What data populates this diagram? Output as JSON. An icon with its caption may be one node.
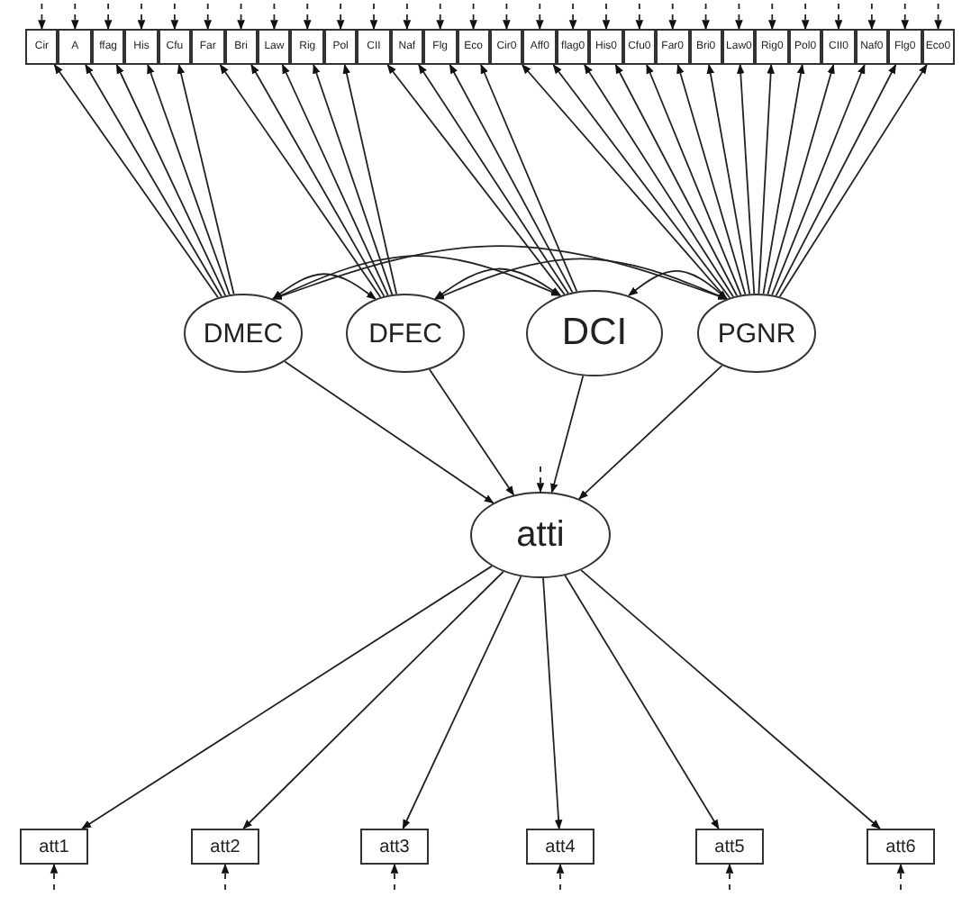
{
  "diagram": {
    "nodes": [
      {
        "text": [
          "Cir"
        ]
      },
      {
        "text": [
          "A"
        ]
      },
      {
        "text": [
          "ffag"
        ]
      },
      {
        "text": [
          "His"
        ]
      },
      {
        "text": [
          "Cfu"
        ]
      },
      {
        "text": [
          "Far"
        ]
      },
      {
        "text": [
          "Bri"
        ]
      },
      {
        "text": [
          "Law"
        ]
      },
      {
        "text": [
          "Rig"
        ]
      },
      {
        "text": [
          "Pol"
        ]
      },
      {
        "text": [
          "CII"
        ]
      },
      {
        "text": [
          "Naf"
        ]
      },
      {
        "text": [
          "Flg"
        ]
      },
      {
        "text": [
          "Eco"
        ]
      },
      {
        "text": [
          "Cir0"
        ]
      },
      {
        "text": [
          "Aff0"
        ]
      },
      {
        "text": [
          "flag0"
        ]
      },
      {
        "text": [
          "His0"
        ]
      },
      {
        "text": [
          "Cfu0"
        ]
      },
      {
        "text": [
          "Far0"
        ]
      },
      {
        "text": [
          "Bri0"
        ]
      },
      {
        "text": [
          "Law0"
        ]
      },
      {
        "text": [
          "Rig0"
        ]
      },
      {
        "text": [
          "Pol0"
        ]
      },
      {
        "text": [
          "CII0"
        ]
      },
      {
        "text": [
          "Naf0"
        ]
      },
      {
        "text": [
          "Flg0"
        ]
      },
      {
        "text": [
          "Eco0"
        ]
      },
      {
        "text": [
          "DMEC"
        ]
      },
      {
        "text": [
          "DFEC"
        ]
      },
      {
        "text": [
          "DCI"
        ]
      },
      {
        "text": [
          "PGNR"
        ]
      },
      {
        "text": [
          "atti"
        ]
      },
      {
        "text": [
          "att1"
        ]
      },
      {
        "text": [
          "att2"
        ]
      },
      {
        "text": [
          "att3"
        ]
      },
      {
        "text": [
          "att4"
        ]
      },
      {
        "text": [
          "att5"
        ]
      },
      {
        "text": [
          "att6"
        ]
      }
    ],
    "edges": [
      {
        "from": 28,
        "to": 0,
        "arrow": "to"
      },
      {
        "from": 28,
        "to": 1,
        "arrow": "to"
      },
      {
        "from": 28,
        "to": 2,
        "arrow": "to"
      },
      {
        "from": 28,
        "to": 3,
        "arrow": "to"
      },
      {
        "from": 28,
        "to": 4,
        "arrow": "to"
      },
      {
        "from": 29,
        "to": 5,
        "arrow": "to"
      },
      {
        "from": 29,
        "to": 6,
        "arrow": "to"
      },
      {
        "from": 29,
        "to": 7,
        "arrow": "to"
      },
      {
        "from": 29,
        "to": 8,
        "arrow": "to"
      },
      {
        "from": 29,
        "to": 9,
        "arrow": "to"
      },
      {
        "from": 30,
        "to": 10,
        "arrow": "to"
      },
      {
        "from": 30,
        "to": 11,
        "arrow": "to"
      },
      {
        "from": 30,
        "to": 12,
        "arrow": "to"
      },
      {
        "from": 30,
        "to": 13,
        "arrow": "to"
      },
      {
        "from": 31,
        "to": 14,
        "arrow": "to"
      },
      {
        "from": 31,
        "to": 15,
        "arrow": "to"
      },
      {
        "from": 31,
        "to": 16,
        "arrow": "to"
      },
      {
        "from": 31,
        "to": 17,
        "arrow": "to"
      },
      {
        "from": 31,
        "to": 18,
        "arrow": "to"
      },
      {
        "from": 31,
        "to": 19,
        "arrow": "to"
      },
      {
        "from": 31,
        "to": 20,
        "arrow": "to"
      },
      {
        "from": 31,
        "to": 21,
        "arrow": "to"
      },
      {
        "from": 31,
        "to": 22,
        "arrow": "to"
      },
      {
        "from": 31,
        "to": 23,
        "arrow": "to"
      },
      {
        "from": 31,
        "to": 24,
        "arrow": "to"
      },
      {
        "from": 31,
        "to": 25,
        "arrow": "to"
      },
      {
        "from": 31,
        "to": 26,
        "arrow": "to"
      },
      {
        "from": 31,
        "to": 27,
        "arrow": "to"
      },
      {
        "from": 28,
        "to": 29,
        "arrow": "both"
      },
      {
        "from": 28,
        "to": 30,
        "arrow": "both"
      },
      {
        "from": 28,
        "to": 31,
        "arrow": "both"
      },
      {
        "from": 29,
        "to": 30,
        "arrow": "both"
      },
      {
        "from": 29,
        "to": 31,
        "arrow": "both"
      },
      {
        "from": 30,
        "to": 31,
        "arrow": "both"
      },
      {
        "from": 28,
        "to": 32,
        "arrow": "to"
      },
      {
        "from": 29,
        "to": 32,
        "arrow": "to"
      },
      {
        "from": 30,
        "to": 32,
        "arrow": "to"
      },
      {
        "from": 31,
        "to": 32,
        "arrow": "to"
      },
      {
        "from": 32,
        "to": 33,
        "arrow": "to"
      },
      {
        "from": 32,
        "to": 34,
        "arrow": "to"
      },
      {
        "from": 32,
        "to": 35,
        "arrow": "to"
      },
      {
        "from": 32,
        "to": 36,
        "arrow": "to"
      },
      {
        "from": 32,
        "to": 37,
        "arrow": "to"
      },
      {
        "from": 32,
        "to": 38,
        "arrow": "to"
      },
      {
        "from": null,
        "to": 0,
        "arrow": "to",
        "style": "dashed"
      },
      {
        "from": null,
        "to": 1,
        "arrow": "to",
        "style": "dashed"
      },
      {
        "from": null,
        "to": 2,
        "arrow": "to",
        "style": "dashed"
      },
      {
        "from": null,
        "to": 3,
        "arrow": "to",
        "style": "dashed"
      },
      {
        "from": null,
        "to": 4,
        "arrow": "to",
        "style": "dashed"
      },
      {
        "from": null,
        "to": 5,
        "arrow": "to",
        "style": "dashed"
      },
      {
        "from": null,
        "to": 6,
        "arrow": "to",
        "style": "dashed"
      },
      {
        "from": null,
        "to": 7,
        "arrow": "to",
        "style": "dashed"
      },
      {
        "from": null,
        "to": 8,
        "arrow": "to",
        "style": "dashed"
      },
      {
        "from": null,
        "to": 9,
        "arrow": "to",
        "style": "dashed"
      },
      {
        "from": null,
        "to": 10,
        "arrow": "to",
        "style": "dashed"
      },
      {
        "from": null,
        "to": 11,
        "arrow": "to",
        "style": "dashed"
      },
      {
        "from": null,
        "to": 12,
        "arrow": "to",
        "style": "dashed"
      },
      {
        "from": null,
        "to": 13,
        "arrow": "to",
        "style": "dashed"
      },
      {
        "from": null,
        "to": 14,
        "arrow": "to",
        "style": "dashed"
      },
      {
        "from": null,
        "to": 15,
        "arrow": "to",
        "style": "dashed"
      },
      {
        "from": null,
        "to": 16,
        "arrow": "to",
        "style": "dashed"
      },
      {
        "from": null,
        "to": 17,
        "arrow": "to",
        "style": "dashed"
      },
      {
        "from": null,
        "to": 18,
        "arrow": "to",
        "style": "dashed"
      },
      {
        "from": null,
        "to": 19,
        "arrow": "to",
        "style": "dashed"
      },
      {
        "from": null,
        "to": 20,
        "arrow": "to",
        "style": "dashed"
      },
      {
        "from": null,
        "to": 21,
        "arrow": "to",
        "style": "dashed"
      },
      {
        "from": null,
        "to": 22,
        "arrow": "to",
        "style": "dashed"
      },
      {
        "from": null,
        "to": 23,
        "arrow": "to",
        "style": "dashed"
      },
      {
        "from": null,
        "to": 24,
        "arrow": "to",
        "style": "dashed"
      },
      {
        "from": null,
        "to": 25,
        "arrow": "to",
        "style": "dashed"
      },
      {
        "from": null,
        "to": 26,
        "arrow": "to",
        "style": "dashed"
      },
      {
        "from": null,
        "to": 27,
        "arrow": "to",
        "style": "dashed"
      },
      {
        "from": null,
        "to": 32,
        "arrow": "to",
        "style": "dashed"
      },
      {
        "from": null,
        "to": 33,
        "arrow": "to",
        "style": "dashed"
      },
      {
        "from": null,
        "to": 34,
        "arrow": "to",
        "style": "dashed"
      },
      {
        "from": null,
        "to": 35,
        "arrow": "to",
        "style": "dashed"
      },
      {
        "from": null,
        "to": 36,
        "arrow": "to",
        "style": "dashed"
      },
      {
        "from": null,
        "to": 37,
        "arrow": "to",
        "style": "dashed"
      },
      {
        "from": null,
        "to": 38,
        "arrow": "to",
        "style": "dashed"
      }
    ]
  }
}
